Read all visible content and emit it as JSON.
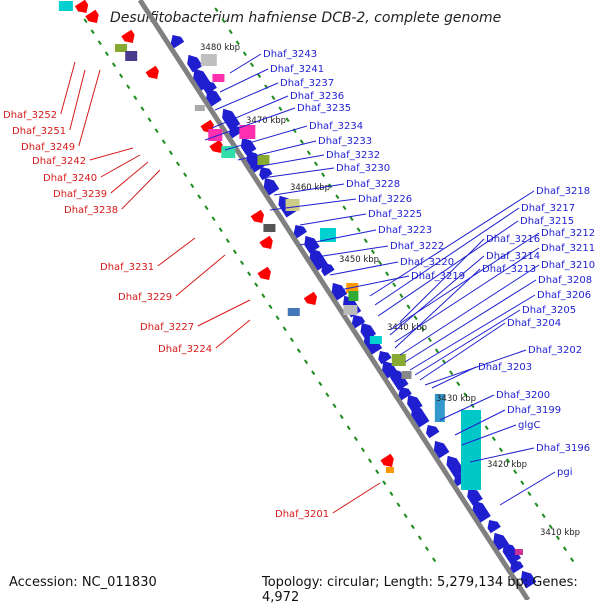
{
  "title": "Desulfitobacterium hafniense DCB-2, complete genome",
  "footer": {
    "accession": "Accession: NC_011830",
    "summary": "Topology: circular; Length: 5,279,134 bp; Genes: 4,972"
  },
  "colors": {
    "forward": "#d61a1a",
    "reverse": "#1f1fd0",
    "backbone": "#808080"
  },
  "kbp_ticks": [
    "3480 kbp",
    "3470 kbp",
    "3460 kbp",
    "3450 kbp",
    "3440 kbp",
    "3430 kbp",
    "3420 kbp",
    "3410 kbp"
  ],
  "reverse_labels": [
    "Dhaf_3243",
    "Dhaf_3241",
    "Dhaf_3237",
    "Dhaf_3236",
    "Dhaf_3235",
    "Dhaf_3234",
    "Dhaf_3233",
    "Dhaf_3232",
    "Dhaf_3230",
    "Dhaf_3228",
    "Dhaf_3226",
    "Dhaf_3225",
    "Dhaf_3223",
    "Dhaf_3222",
    "Dhaf_3220",
    "Dhaf_3219",
    "Dhaf_3218",
    "Dhaf_3217",
    "Dhaf_3215",
    "Dhaf_3216",
    "Dhaf_3212",
    "Dhaf_3214",
    "Dhaf_3211",
    "Dhaf_3213",
    "Dhaf_3210",
    "Dhaf_3208",
    "Dhaf_3206",
    "Dhaf_3205",
    "Dhaf_3204",
    "Dhaf_3202",
    "Dhaf_3203",
    "Dhaf_3200",
    "Dhaf_3199",
    "glgC",
    "Dhaf_3196",
    "pgi"
  ],
  "forward_labels": [
    "Dhaf_3252",
    "Dhaf_3251",
    "Dhaf_3249",
    "Dhaf_3242",
    "Dhaf_3240",
    "Dhaf_3239",
    "Dhaf_3238",
    "Dhaf_3231",
    "Dhaf_3229",
    "Dhaf_3227",
    "Dhaf_3224",
    "Dhaf_3201"
  ]
}
